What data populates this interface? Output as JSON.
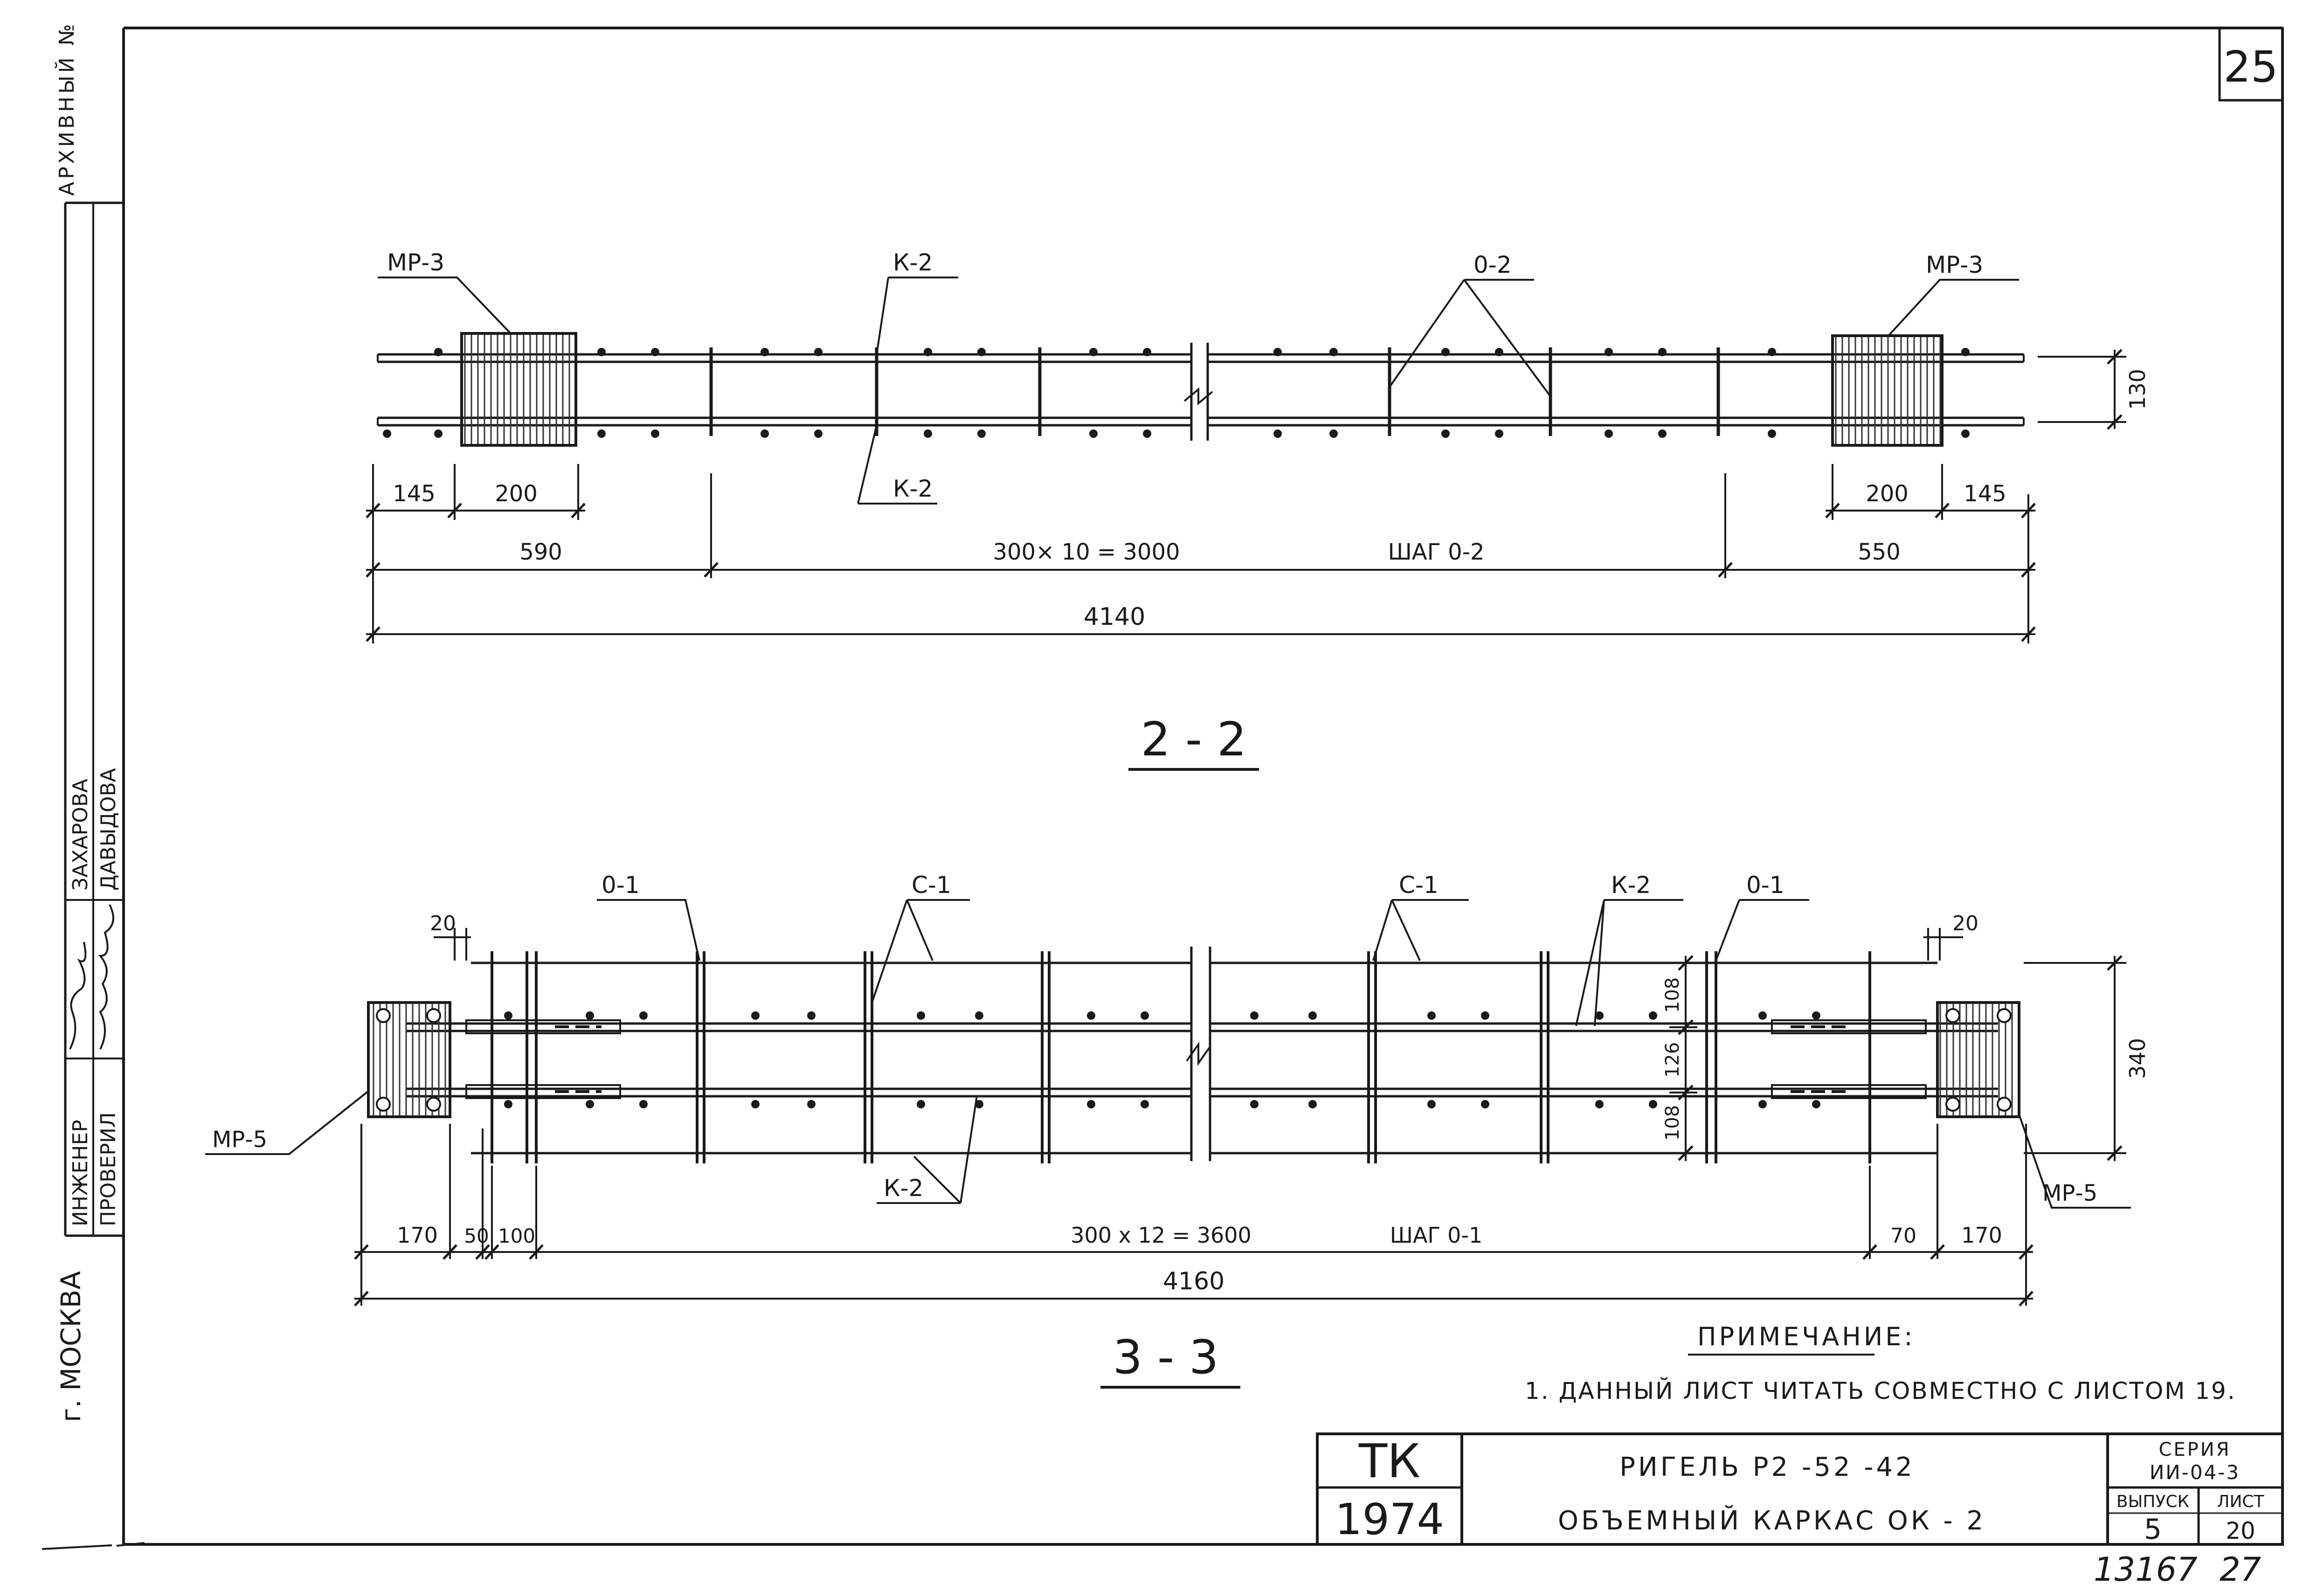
{
  "sheet_number": "25",
  "side_stamp": {
    "archive_label": "АРХИВНЫЙ №",
    "engineer_role": "ИНЖЕНЕР",
    "checker_role": "ПРОВЕРИЛ",
    "engineer_name": "ЗАХАРОВА",
    "checker_name": "ДАВЫДОВА",
    "city": "г. МОСКВА"
  },
  "section_2_2": {
    "title": "2 - 2",
    "labels": {
      "mp_left": "МР-3",
      "mp_right": "МР-3",
      "k_top": "К-2",
      "k_bottom": "К-2",
      "o_top": "0-2"
    },
    "dims": {
      "d145_left": "145",
      "d200_left": "200",
      "d200_right": "200",
      "d145_right": "145",
      "d590": "590",
      "d_mid": "300× 10 = 3000",
      "step": "ШАГ 0-2",
      "d550": "550",
      "total": "4140",
      "height": "130"
    }
  },
  "section_3_3": {
    "title": "3 - 3",
    "labels": {
      "o_left": "0-1",
      "c_left": "С-1",
      "c_right": "С-1",
      "k_top": "К-2",
      "o_right": "0-1",
      "mp_left": "МР-5",
      "mp_right": "МР-5",
      "k_bottom": "К-2"
    },
    "dims": {
      "d20_left": "20",
      "d20_right": "20",
      "d170_left": "170",
      "d50": "50",
      "d100": "100",
      "d_mid": "300 х 12 = 3600",
      "step": "ШАГ 0-1",
      "d70": "70",
      "d170_right": "170",
      "total": "4160",
      "v108_top": "108",
      "v126": "126",
      "v108_bottom": "108",
      "height": "340"
    }
  },
  "note": {
    "title": "ПРИМЕЧАНИЕ:",
    "text": "1. ДАННЫЙ ЛИСТ ЧИТАТЬ СОВМЕСТНО С ЛИСТОМ 19."
  },
  "title_block": {
    "org": "ТК",
    "year": "1974",
    "line1": "РИГЕЛЬ Р2 -52 -42",
    "line2": "ОБЪЕМНЫЙ КАРКАС ОК - 2",
    "series_label": "СЕРИЯ",
    "series_value": "ИИ-04-3",
    "issue_label": "ВЫПУСК",
    "issue_value": "5",
    "sheet_label": "ЛИСТ",
    "sheet_value": "20"
  },
  "footer_number": "13167",
  "footer_page": "27"
}
